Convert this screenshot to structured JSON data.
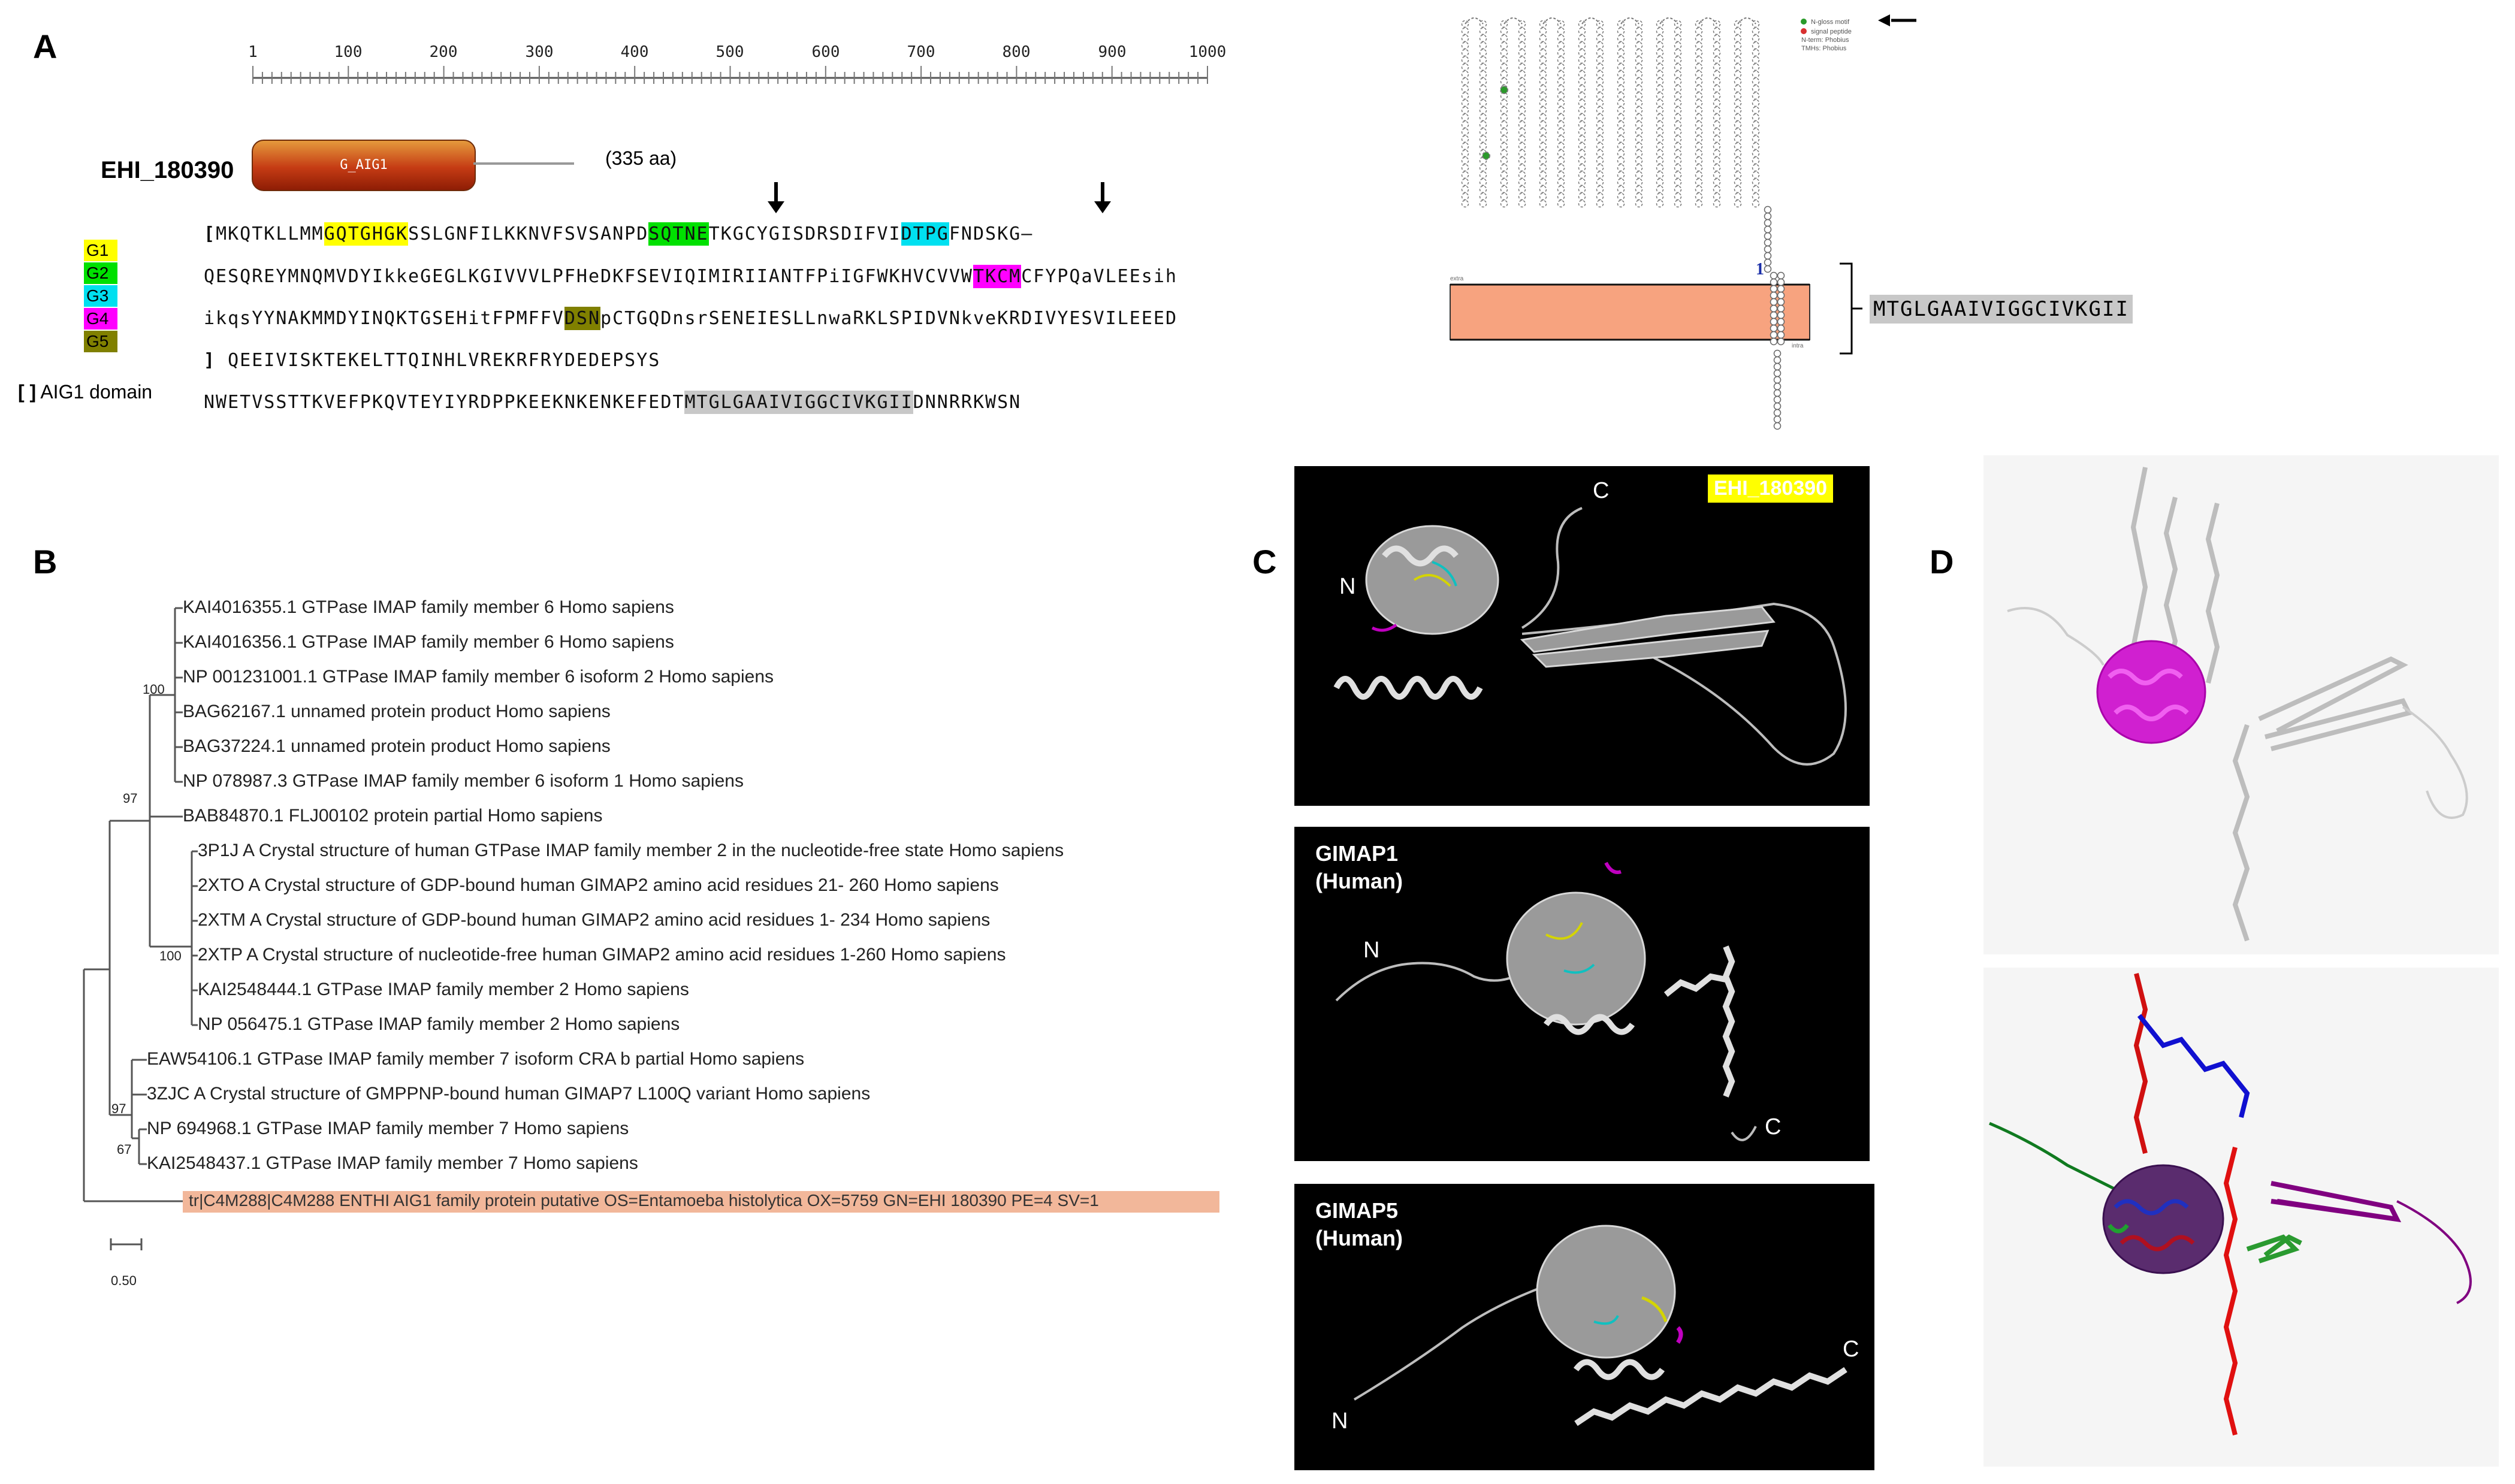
{
  "panelA": {
    "label": "A",
    "ruler_ticks": [
      "1",
      "100",
      "200",
      "300",
      "400",
      "500",
      "600",
      "700",
      "800",
      "900",
      "1000"
    ],
    "protein_id": "EHI_180390",
    "domain_box_label": "G_AIG1",
    "length": "(335 aa)",
    "motifs": [
      {
        "name": "G1",
        "color": "#ffff00"
      },
      {
        "name": "G2",
        "color": "#00e000"
      },
      {
        "name": "G3",
        "color": "#00e0f0"
      },
      {
        "name": "G4",
        "color": "#ff00ff"
      },
      {
        "name": "G5",
        "color": "#808000"
      }
    ],
    "domain_legend": {
      "bracket": "[ ]",
      "text": "AIG1 domain"
    },
    "seq_line1": {
      "open": "[",
      "a": "MKQTKLLMM",
      "g1": "GQTGHGK",
      "b": "SSLGNFILKKNVFSVSANPD",
      "g2": "SQTNE",
      "c": "TKGCYGISDRSDIFVI",
      "g3": "DTPG",
      "d": "FNDSKG—"
    },
    "seq_line2": {
      "a": "QESQREYMNQMVDYIkkeGEGLKGIVVVLPFHeDKFSEVIQIMIRIIANTFPiIGFWKHVCVVW",
      "g4": "TKCM",
      "b": "CFYPQaVLEEsih"
    },
    "seq_line3": {
      "a": "ikqsYYNAKMMDYINQKTGSEHitFPMFFV",
      "g5": "DSN",
      "b": "pCTGQDnsrSENEIESLLnwaRKLSPIDVNkveKRDIVYESVILEEED"
    },
    "seq_line4": {
      "close": "]",
      "a": "QEEIVISKTEKELTTQINHLVREKRFRYDEDEPSYS"
    },
    "seq_line5": {
      "a": "NWETVSSTTKVEFPKQVTEYIYRDPPKEEKNKENKEFEDT",
      "tm": "MTGLGAAIVIGGCIVKGII",
      "b": "DNNRRKWSN"
    },
    "topology_number": "1",
    "tm_sequence": "MTGLGAAIVIGGCIVKGII",
    "topo_legend": [
      "N-gloss motif",
      "signal peptide",
      "N-term: Phobius",
      "TMHs: Phobius"
    ],
    "topo_side": [
      "extra",
      "intra"
    ]
  },
  "panelB": {
    "label": "B",
    "taxa": [
      "KAI4016355.1 GTPase IMAP family member 6 Homo sapiens",
      "KAI4016356.1 GTPase IMAP family member 6 Homo sapiens",
      "NP 001231001.1 GTPase IMAP family member 6 isoform 2 Homo sapiens",
      "BAG62167.1 unnamed protein product Homo sapiens",
      "BAG37224.1 unnamed protein product Homo sapiens",
      "NP 078987.3 GTPase IMAP family member 6 isoform 1 Homo sapiens",
      "BAB84870.1 FLJ00102 protein partial Homo sapiens",
      "3P1J A Crystal structure of human GTPase IMAP family member 2 in the nucleotide-free state Homo sapiens",
      "2XTO A Crystal structure of GDP-bound human GIMAP2 amino acid residues 21- 260 Homo sapiens",
      "2XTM A Crystal structure of GDP-bound human GIMAP2 amino acid residues 1- 234 Homo sapiens",
      "2XTP A Crystal structure of nucleotide-free human GIMAP2 amino acid residues 1-260 Homo sapiens",
      "KAI2548444.1 GTPase IMAP family member 2 Homo sapiens",
      "NP 056475.1 GTPase IMAP family member 2 Homo sapiens",
      "EAW54106.1 GTPase IMAP family member 7 isoform CRA b partial Homo sapiens",
      "3ZJC A Crystal structure of GMPPNP-bound human GIMAP7 L100Q variant Homo sapiens",
      "NP 694968.1 GTPase IMAP family member 7 Homo sapiens",
      "KAI2548437.1 GTPase IMAP family member 7 Homo sapiens"
    ],
    "highlight_taxon": "tr|C4M288|C4M288 ENTHI AIG1 family protein putative OS=Entamoeba histolytica OX=5759 GN=EHI 180390 PE=4 SV=1",
    "bootstrap": {
      "b1": "100",
      "b2": "97",
      "b3": "100",
      "b4": "97",
      "b5": "67"
    },
    "scale": "0.50",
    "highlight_color": "#f2b79a"
  },
  "panelC": {
    "label": "C",
    "structures": [
      {
        "tag": "EHI_180390",
        "n": "N",
        "c": "C"
      },
      {
        "title1": "GIMAP1",
        "title2": "(Human)",
        "n": "N",
        "c": "C"
      },
      {
        "title1": "GIMAP5",
        "title2": "(Human)",
        "n": "N",
        "c": "C"
      }
    ]
  },
  "panelD": {
    "label": "D"
  }
}
